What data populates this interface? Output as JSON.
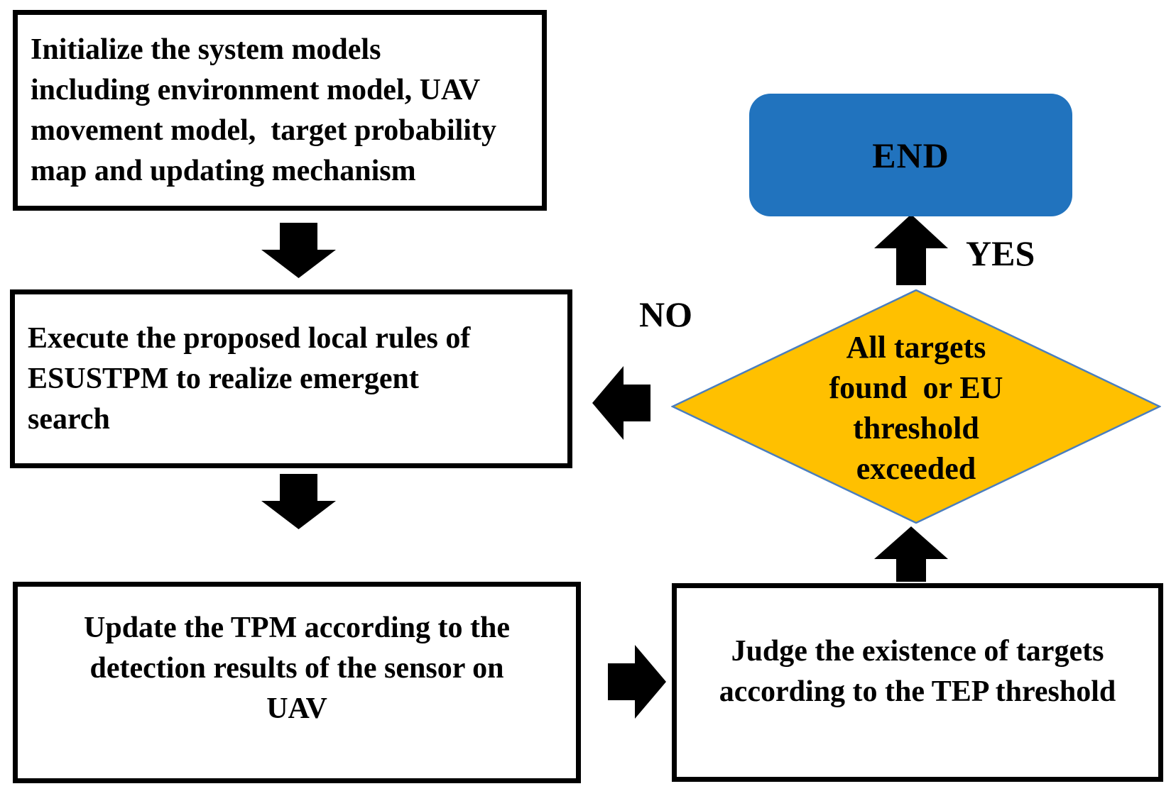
{
  "flowchart": {
    "boxes": {
      "init": {
        "lines": [
          "Initialize the system models",
          "including environment model, UAV",
          "movement model,  target probability",
          "map and updating mechanism"
        ]
      },
      "execute": {
        "lines": [
          "Execute the proposed local rules of",
          "ESUSTPM to realize emergent",
          "search"
        ]
      },
      "update": {
        "lines": [
          "Update the TPM according to the",
          "detection results of the sensor on",
          "UAV"
        ]
      },
      "judge": {
        "lines": [
          "Judge the existence of targets",
          "according to the TEP threshold"
        ]
      },
      "decision": {
        "lines": [
          "All targets",
          "found  or EU",
          "threshold",
          "exceeded"
        ]
      },
      "end": {
        "label": "END"
      }
    },
    "labels": {
      "yes": "YES",
      "no": "NO"
    },
    "colors": {
      "end_fill": "#2173BE",
      "decision_fill": "#FFC000",
      "decision_border": "#4A7EBF",
      "arrow": "#000000",
      "box_border": "#000000"
    }
  }
}
